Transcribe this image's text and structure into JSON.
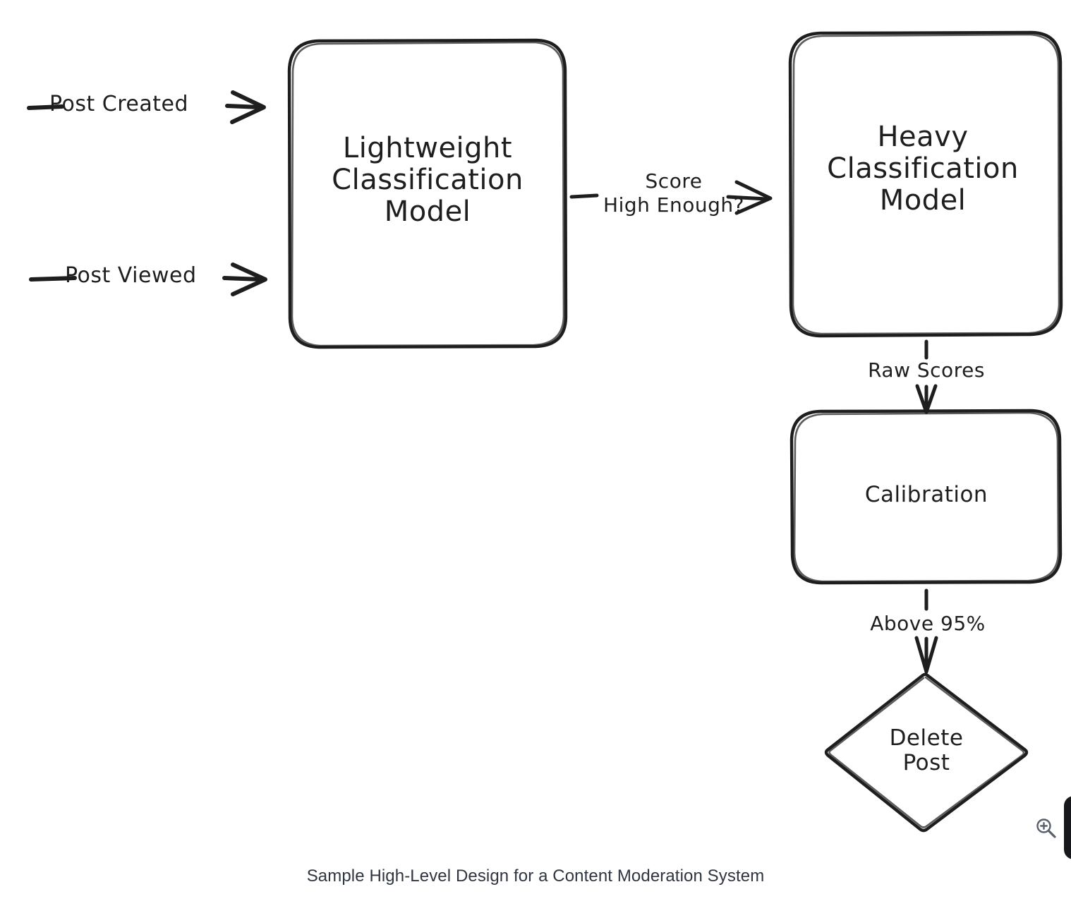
{
  "diagram": {
    "caption": "Sample High-Level Design for a Content Moderation System",
    "style": "hand-drawn-sketch",
    "background_color": "#ffffff",
    "stroke_color": "#1e1e1e",
    "text_color": "#1e1e1e",
    "caption_color": "#2f3541",
    "nodes": [
      {
        "id": "lightweight-model",
        "shape": "rounded-rectangle",
        "label": "Lightweight\nClassification\nModel"
      },
      {
        "id": "heavy-model",
        "shape": "rounded-rectangle",
        "label": "Heavy\nClassification\nModel"
      },
      {
        "id": "calibration",
        "shape": "rounded-rectangle",
        "label": "Calibration"
      },
      {
        "id": "delete-post",
        "shape": "diamond",
        "label": "Delete\nPost"
      }
    ],
    "edges": [
      {
        "id": "post-created",
        "label": "Post Created",
        "from": "external-input",
        "to": "lightweight-model",
        "direction": "right"
      },
      {
        "id": "post-viewed",
        "label": "Post Viewed",
        "from": "external-input",
        "to": "lightweight-model",
        "direction": "right"
      },
      {
        "id": "score-high-enough",
        "label": "Score\nHigh Enough?",
        "from": "lightweight-model",
        "to": "heavy-model",
        "direction": "right"
      },
      {
        "id": "raw-scores",
        "label": "Raw Scores",
        "from": "heavy-model",
        "to": "calibration",
        "direction": "down"
      },
      {
        "id": "above-95",
        "label": "Above 95%",
        "from": "calibration",
        "to": "delete-post",
        "direction": "down"
      }
    ]
  },
  "chrome": {
    "zoom_in_icon": "zoom-in-icon",
    "right_edge_control": "edge-pill"
  }
}
